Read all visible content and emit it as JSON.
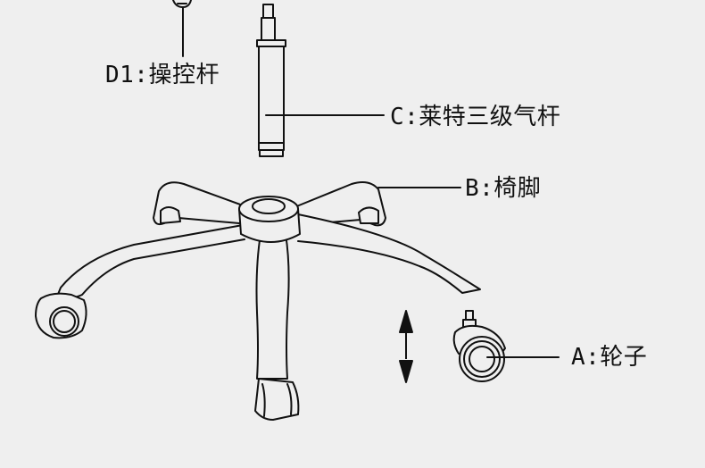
{
  "labels": {
    "d1": "D1:操控杆",
    "c": "C:莱特三级气杆",
    "b": "B:椅脚",
    "a": "A:轮子"
  },
  "colors": {
    "background": "#efefef",
    "stroke": "#111111",
    "fill": "#efefef"
  }
}
